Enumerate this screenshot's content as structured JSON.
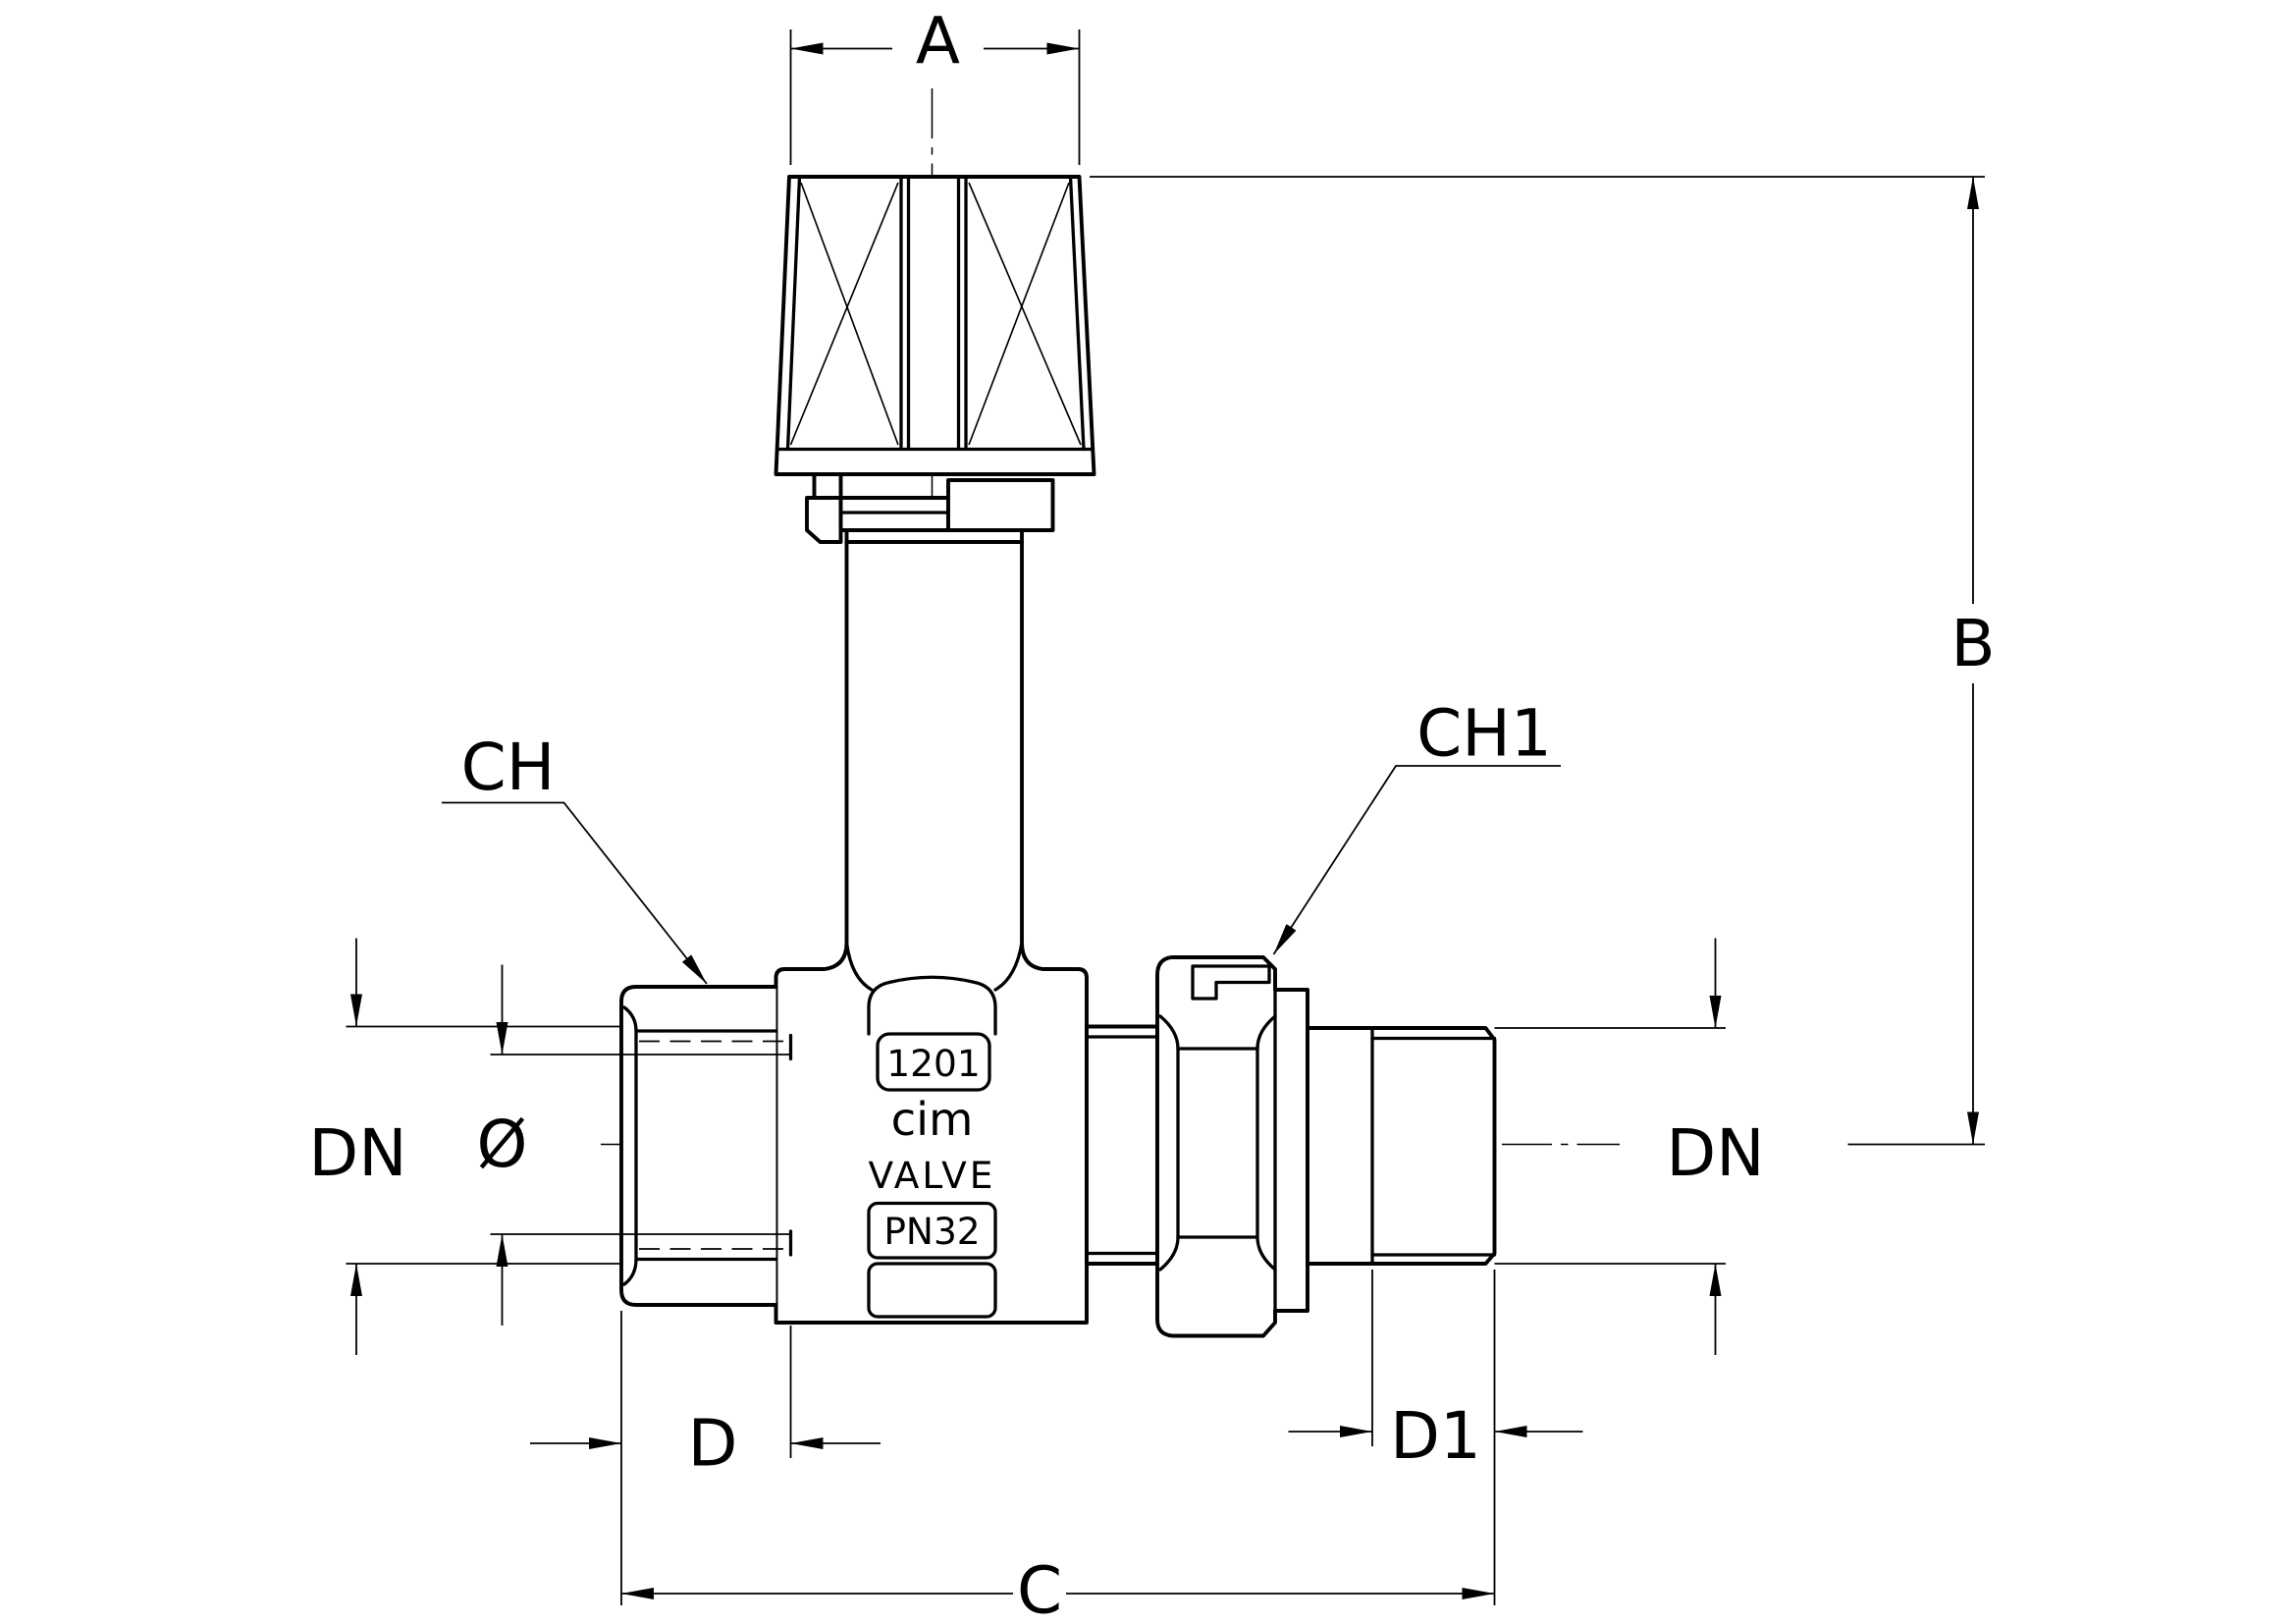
{
  "dimensions": {
    "A": "A",
    "B": "B",
    "C": "C",
    "D": "D",
    "D1": "D1",
    "DN_left": "DN",
    "DN_right": "DN",
    "diameter": "Ø"
  },
  "callouts": {
    "CH": "CH",
    "CH1": "CH1"
  },
  "body_markings": {
    "model": "1201",
    "brand": "cim",
    "type": "VALVE",
    "pressure": "PN32"
  }
}
